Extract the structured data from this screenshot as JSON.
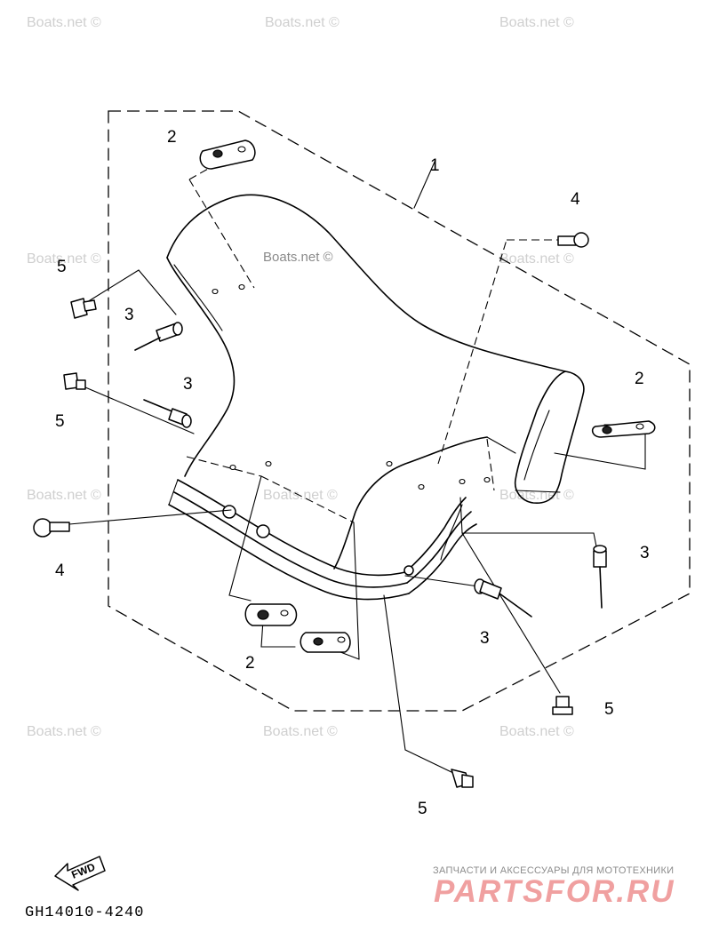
{
  "watermark": "Boats.net ©",
  "callouts": {
    "c1": "1",
    "c2a": "2",
    "c2b": "2",
    "c2c": "2",
    "c3a": "3",
    "c3b": "3",
    "c3c": "3",
    "c3d": "3",
    "c4a": "4",
    "c4b": "4",
    "c5a": "5",
    "c5b": "5",
    "c5c": "5",
    "c5d": "5"
  },
  "fwd_label": "FWD",
  "diagram_code": "GH14010-4240",
  "brand": {
    "tagline": "ЗАПЧАСТИ И АКСЕССУАРЫ ДЛЯ МОТОТЕХНИКИ",
    "name": "PARTSFOR.RU"
  }
}
